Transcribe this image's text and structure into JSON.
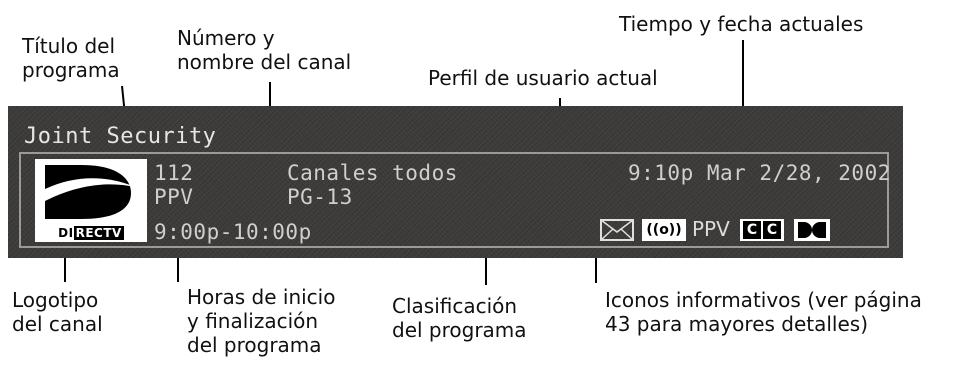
{
  "callouts": {
    "program_title": "Título del\nprograma",
    "channel_number_name": "Número y\nnombre del canal",
    "user_profile": "Perfil de usuario actual",
    "time_date": "Tiempo y fecha actuales",
    "channel_logo": "Logotipo\ndel canal",
    "start_end_times": "Horas de inicio\ny finalización\ndel programa",
    "program_rating": "Clasificación\ndel programa",
    "info_icons": "Iconos informativos (ver página\n43 para mayores detalles)"
  },
  "banner": {
    "program_title": "Joint Security",
    "channel_number": "112",
    "channel_name": "PPV",
    "profile": "Canales todos",
    "rating": "PG-13",
    "time_date": "9:10p Mar 2/28, 2002",
    "times": "9:00p-10:00p",
    "logo_word_prefix": "DI",
    "logo_word_boxed": "RECTV",
    "icons": {
      "mail": "mail-icon",
      "audio": "((o))",
      "ppv": "PPV",
      "cc_1": "C",
      "cc_2": "C",
      "dolby": "dolby-icon"
    }
  },
  "colors": {
    "banner_bg": "#3c3b39",
    "osd_text": "#cfcfcf",
    "frame": "#9a9a9a"
  }
}
